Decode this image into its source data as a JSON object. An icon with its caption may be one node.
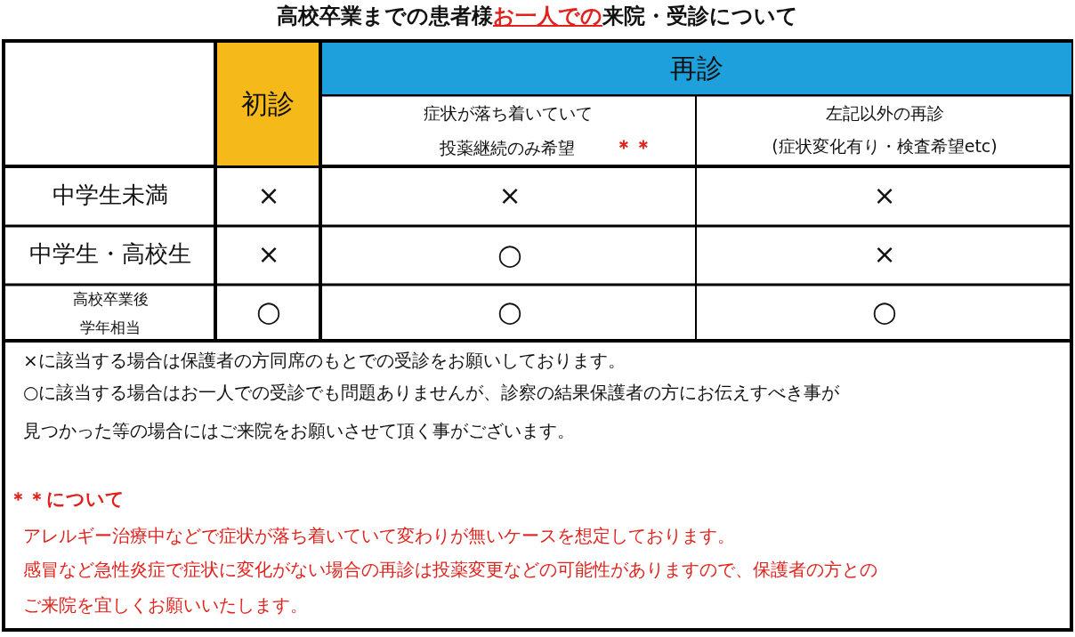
{
  "diagram": {
    "title": "高校卒業までの患者様**お一人での**来院・受診について",
    "labels": [
      "初診",
      "再診",
      "症状が落ち着いていて",
      "投薬継続のみ希望",
      "＊＊",
      "左記以外の再診",
      "(症状変化有り・検査希望etc)",
      "中学生未満",
      "×",
      "×",
      "×",
      "中学生・高校生",
      "×",
      "○",
      "×",
      "高校卒業後",
      "学年相当",
      "○",
      "○",
      "○",
      "×に該当する場合は保護者の方同席のもとでの受診をお願いしております。",
      "○に該当する場合はお一人での受診でも問題ありませんが、診察の結果保護者の方にお伝えすべき事が",
      "見つかった等の場合にはご来院をお願いさせて頂く事がございます。",
      "＊＊について",
      "アレルギー治療中などで症状が落ち着いていて変わりが無いケースを想定しております。",
      "感冒など急性炎症で症状に変化がない場合の再診は投薬変更などの可能性がありますので、保護者の方との",
      "ご来院を宜しくお願いいたします。"
    ]
  }
}
